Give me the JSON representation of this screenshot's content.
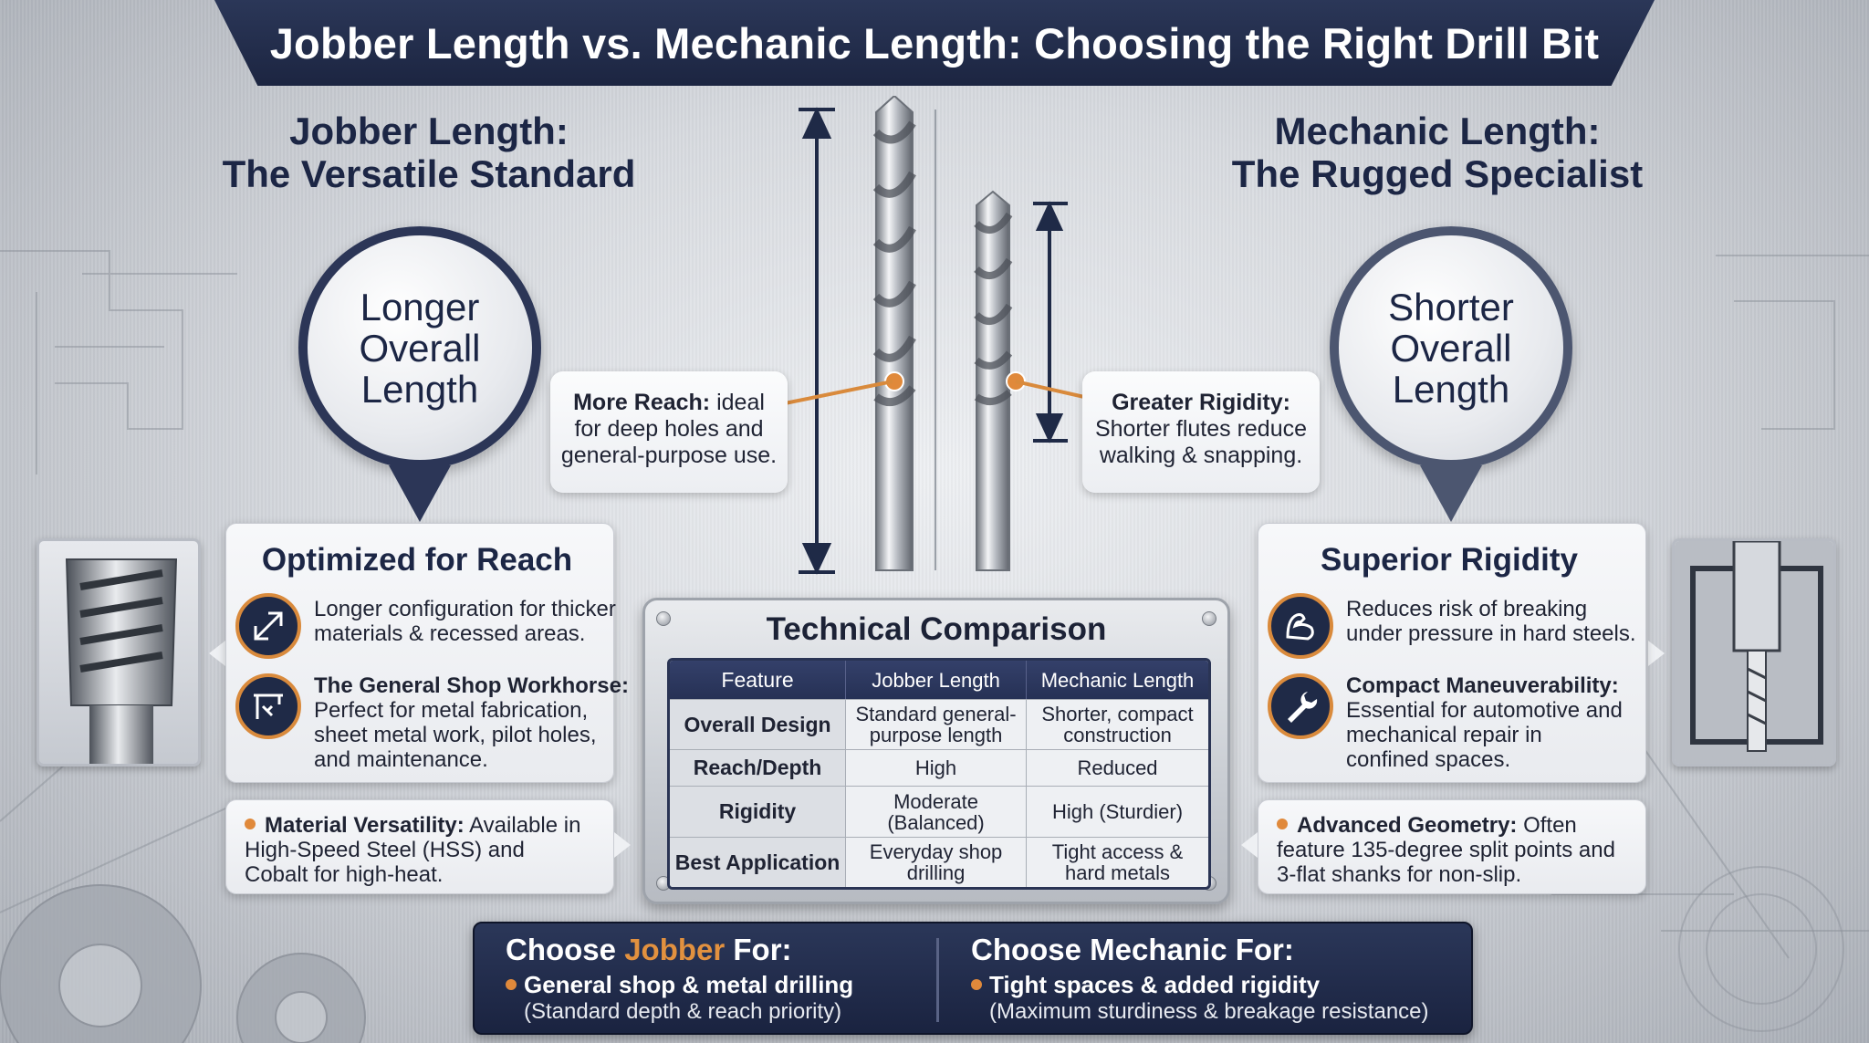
{
  "banner": {
    "title": "Jobber Length vs. Mechanic Length: Choosing the Right Drill Bit"
  },
  "left": {
    "title_line1": "Jobber Length:",
    "title_line2": "The Versatile Standard",
    "bubble": [
      "Longer",
      "Overall",
      "Length"
    ],
    "callout": {
      "bold": "More Reach:",
      "line1_rest": " ideal",
      "line2": "for deep holes and",
      "line3": "general-purpose use."
    },
    "card": {
      "title": "Optimized for Reach",
      "row1": [
        "Longer configuration for thicker",
        "materials & recessed areas."
      ],
      "row2_bold": "The General Shop Workhorse:",
      "row2": [
        "Perfect for metal fabrication,",
        "sheet metal work, pilot holes,",
        "and maintenance."
      ]
    },
    "bullet": {
      "bold": "Material Versatility:",
      "line1_rest": " Available in",
      "line2": "High-Speed Steel (HSS) and",
      "line3": "Cobalt for high-heat."
    }
  },
  "right": {
    "title_line1": "Mechanic Length:",
    "title_line2": "The Rugged Specialist",
    "bubble": [
      "Shorter",
      "Overall",
      "Length"
    ],
    "callout": {
      "bold": "Greater Rigidity:",
      "line2": "Shorter flutes reduce",
      "line3": "walking & snapping."
    },
    "card": {
      "title": "Superior Rigidity",
      "row1": [
        "Reduces risk of breaking",
        "under pressure in hard steels."
      ],
      "row2_bold": "Compact Maneuverability:",
      "row2": [
        "Essential for automotive and",
        "mechanical repair in",
        "confined spaces."
      ]
    },
    "bullet": {
      "bold": "Advanced Geometry:",
      "line1_rest": " Often",
      "line2": "feature 135-degree split points and",
      "line3": "3-flat shanks for non-slip."
    }
  },
  "comparison": {
    "title": "Technical Comparison",
    "headers": [
      "Feature",
      "Jobber Length",
      "Mechanic Length"
    ],
    "rows": [
      {
        "feature": "Overall Design",
        "jobber": [
          "Standard general-",
          "purpose length"
        ],
        "mechanic": [
          "Shorter, compact",
          "construction"
        ]
      },
      {
        "feature": "Reach/Depth",
        "jobber": [
          "High"
        ],
        "mechanic": [
          "Reduced"
        ]
      },
      {
        "feature": "Rigidity",
        "jobber": [
          "Moderate",
          "(Balanced)"
        ],
        "mechanic": [
          "High (Sturdier)"
        ]
      },
      {
        "feature": "Best Application",
        "jobber": [
          "Everyday shop",
          "drilling"
        ],
        "mechanic": [
          "Tight access &",
          "hard metals"
        ]
      }
    ]
  },
  "choose": {
    "jobber": {
      "prefix": "Choose ",
      "accent": "Jobber",
      "suffix": " For:",
      "bullet": "General shop & metal drilling",
      "sub": "(Standard depth & reach priority)"
    },
    "mechanic": {
      "title": "Choose Mechanic For:",
      "bullet": "Tight spaces & added rigidity",
      "sub": "(Maximum sturdiness & breakage resistance)"
    }
  },
  "icons": {
    "reach": "diagonal-arrow-icon",
    "workhorse": "shop-tools-icon",
    "rigidity": "flexed-arm-icon",
    "maneuverability": "wrench-icon"
  },
  "colors": {
    "navy": "#1f2a47",
    "accent_orange": "#e0893b",
    "background_steel": "#d7dadf"
  }
}
